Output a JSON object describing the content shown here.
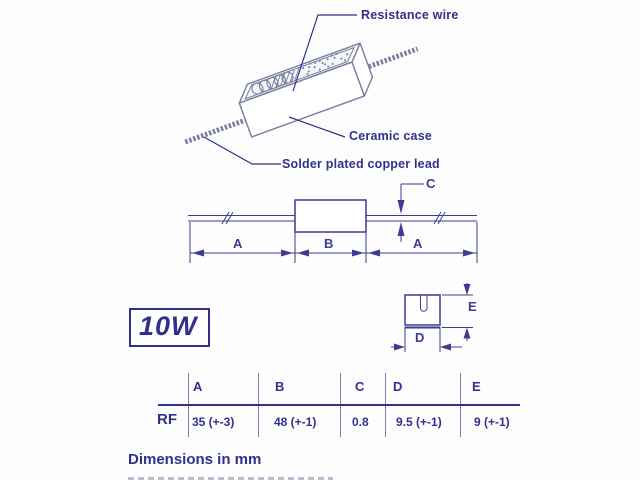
{
  "colors": {
    "ink": "#31318c",
    "line": "#3c3c92",
    "art": "#767d9e"
  },
  "pictorial": {
    "labels": {
      "resistance_wire": "Resistance wire",
      "ceramic_case": "Ceramic case",
      "solder_lead": "Solder plated copper lead"
    }
  },
  "side_view": {
    "letters": {
      "left": "A",
      "body": "B",
      "right": "A",
      "lead": "C"
    }
  },
  "end_view": {
    "letters": {
      "width": "D",
      "height": "E"
    }
  },
  "power_rating": "10W",
  "table": {
    "columns": [
      "A",
      "B",
      "C",
      "D",
      "E"
    ],
    "row": {
      "label": "RF",
      "values": [
        "35 (+-3)",
        "48 (+-1)",
        "0.8",
        "9.5 (+-1)",
        "9 (+-1)"
      ]
    }
  },
  "footer": {
    "text": "Dimensions in mm"
  }
}
